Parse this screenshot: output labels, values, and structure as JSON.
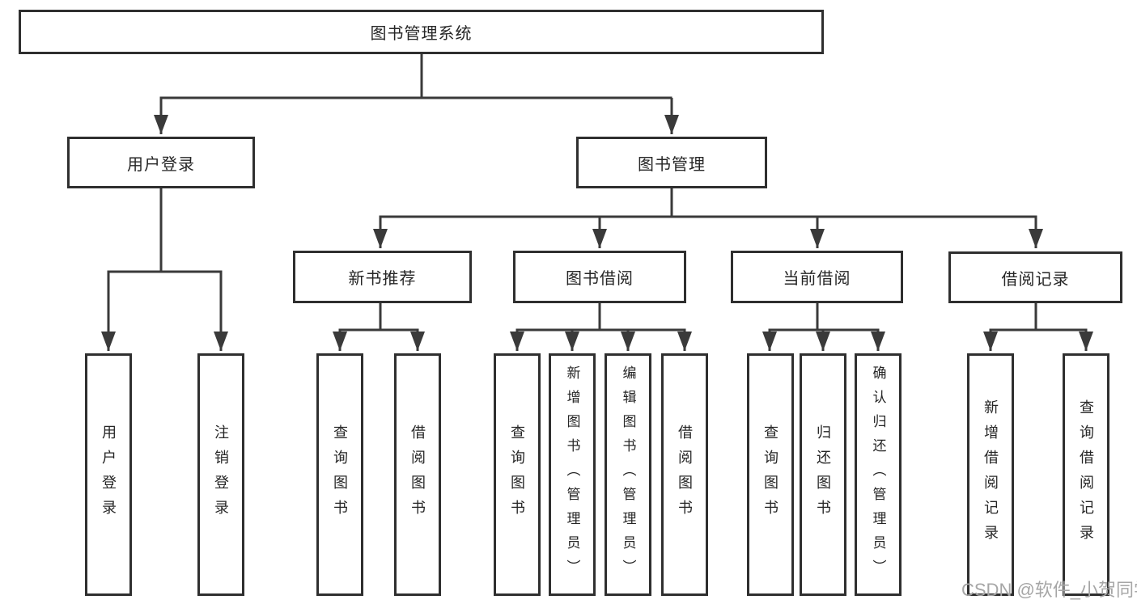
{
  "diagram": {
    "type": "hierarchy",
    "root": {
      "label": "图书管理系统"
    },
    "level2": [
      {
        "id": "user-login",
        "label": "用户登录"
      },
      {
        "id": "book-management",
        "label": "图书管理"
      }
    ],
    "level3": [
      {
        "id": "new-book-recommend",
        "parent": "图书管理",
        "label": "新书推荐"
      },
      {
        "id": "book-borrow",
        "parent": "图书管理",
        "label": "图书借阅"
      },
      {
        "id": "current-borrow",
        "parent": "图书管理",
        "label": "当前借阅"
      },
      {
        "id": "borrow-records",
        "parent": "图书管理",
        "label": "借阅记录"
      }
    ],
    "leaves": [
      {
        "parent": "用户登录",
        "label": "用户登录"
      },
      {
        "parent": "用户登录",
        "label": "注销登录"
      },
      {
        "parent": "新书推荐",
        "label": "查询图书"
      },
      {
        "parent": "新书推荐",
        "label": "借阅图书"
      },
      {
        "parent": "图书借阅",
        "label": "查询图书"
      },
      {
        "parent": "图书借阅",
        "label": "新增图书（管理员）"
      },
      {
        "parent": "图书借阅",
        "label": "编辑图书（管理员）"
      },
      {
        "parent": "图书借阅",
        "label": "借阅图书"
      },
      {
        "parent": "当前借阅",
        "label": "查询图书"
      },
      {
        "parent": "当前借阅",
        "label": "归还图书"
      },
      {
        "parent": "当前借阅",
        "label": "确认归还（管理员）"
      },
      {
        "parent": "借阅记录",
        "label": "新增借阅记录"
      },
      {
        "parent": "借阅记录",
        "label": "查询借阅记录"
      }
    ],
    "watermark": "CSDN @软件_小贺同学",
    "colors": {
      "line": "#3a3a3a",
      "box_border": "#2f2f2f",
      "text": "#262626",
      "watermark": "#a6a6a6",
      "background": "#ffffff"
    }
  }
}
